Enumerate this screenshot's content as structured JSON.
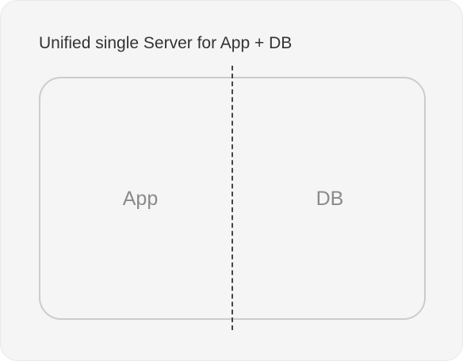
{
  "diagram": {
    "title": "Unified single Server for App + DB",
    "sections": [
      {
        "label": "App"
      },
      {
        "label": "DB"
      }
    ]
  },
  "colors": {
    "background": "#f5f5f5",
    "box_border": "#cccccc",
    "divider": "#444444",
    "title_text": "#333333",
    "label_text": "#8a8a8a"
  }
}
